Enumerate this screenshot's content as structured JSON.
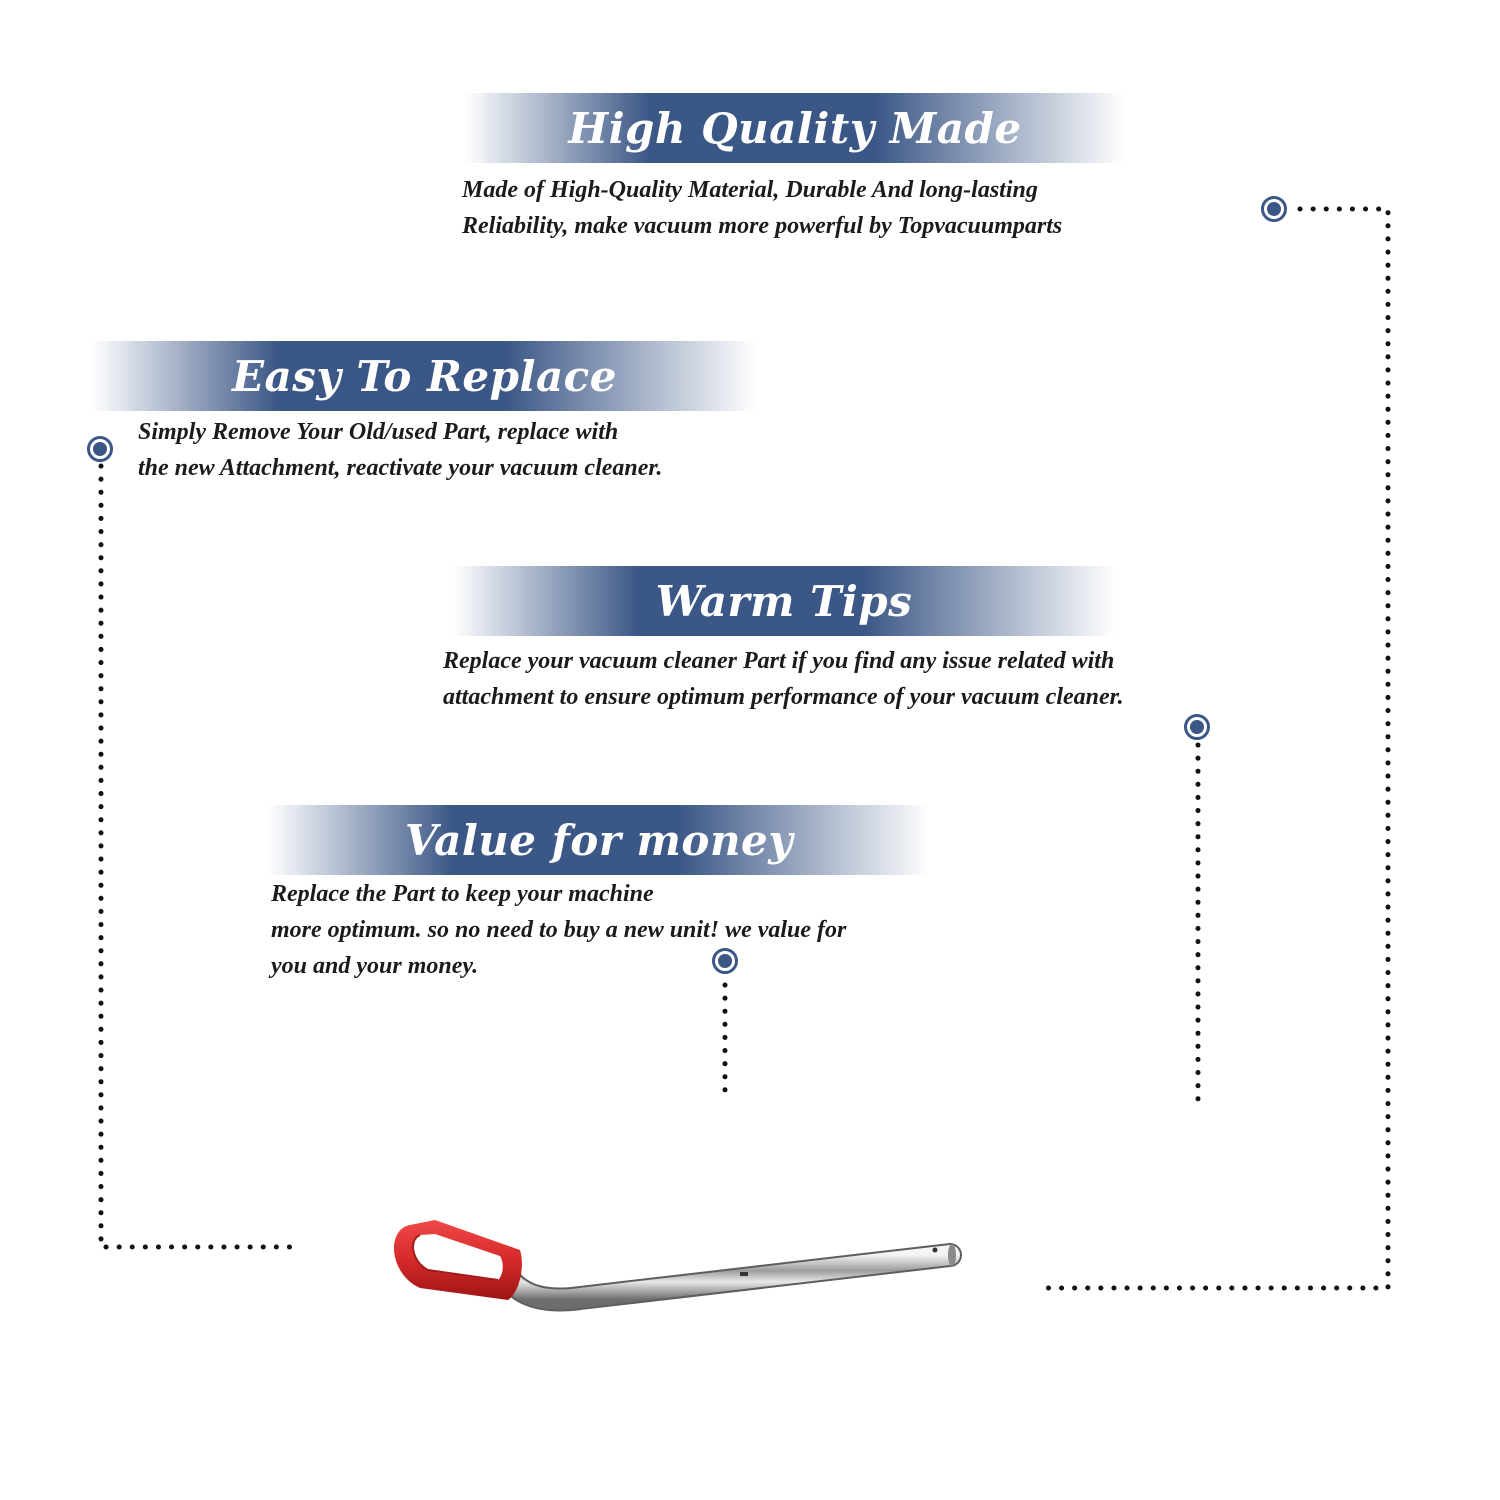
{
  "sections": [
    {
      "title": "High Quality Made",
      "lines": [
        "Made of  High-Quality Material, Durable And long-lasting",
        "Reliability, make vacuum more powerful by Topvacuumparts"
      ]
    },
    {
      "title": "Easy To Replace",
      "lines": [
        "Simply Remove Your Old/used Part, replace with",
        "the new Attachment, reactivate your vacuum cleaner."
      ]
    },
    {
      "title": "Warm Tips",
      "lines": [
        "Replace your vacuum cleaner Part if you find any issue related with",
        " attachment to ensure optimum performance of your vacuum cleaner."
      ]
    },
    {
      "title": "Value for money",
      "lines": [
        "Replace the Part to keep your machine",
        "more optimum. so no need to buy a new unit! we value for",
        "you and your money."
      ]
    }
  ],
  "colors": {
    "accent": "#3b5786",
    "grip": "#d62a2a",
    "dots": "#111111"
  },
  "icons": {
    "marker": "target-dot-icon",
    "product": "vacuum-handle-image"
  }
}
